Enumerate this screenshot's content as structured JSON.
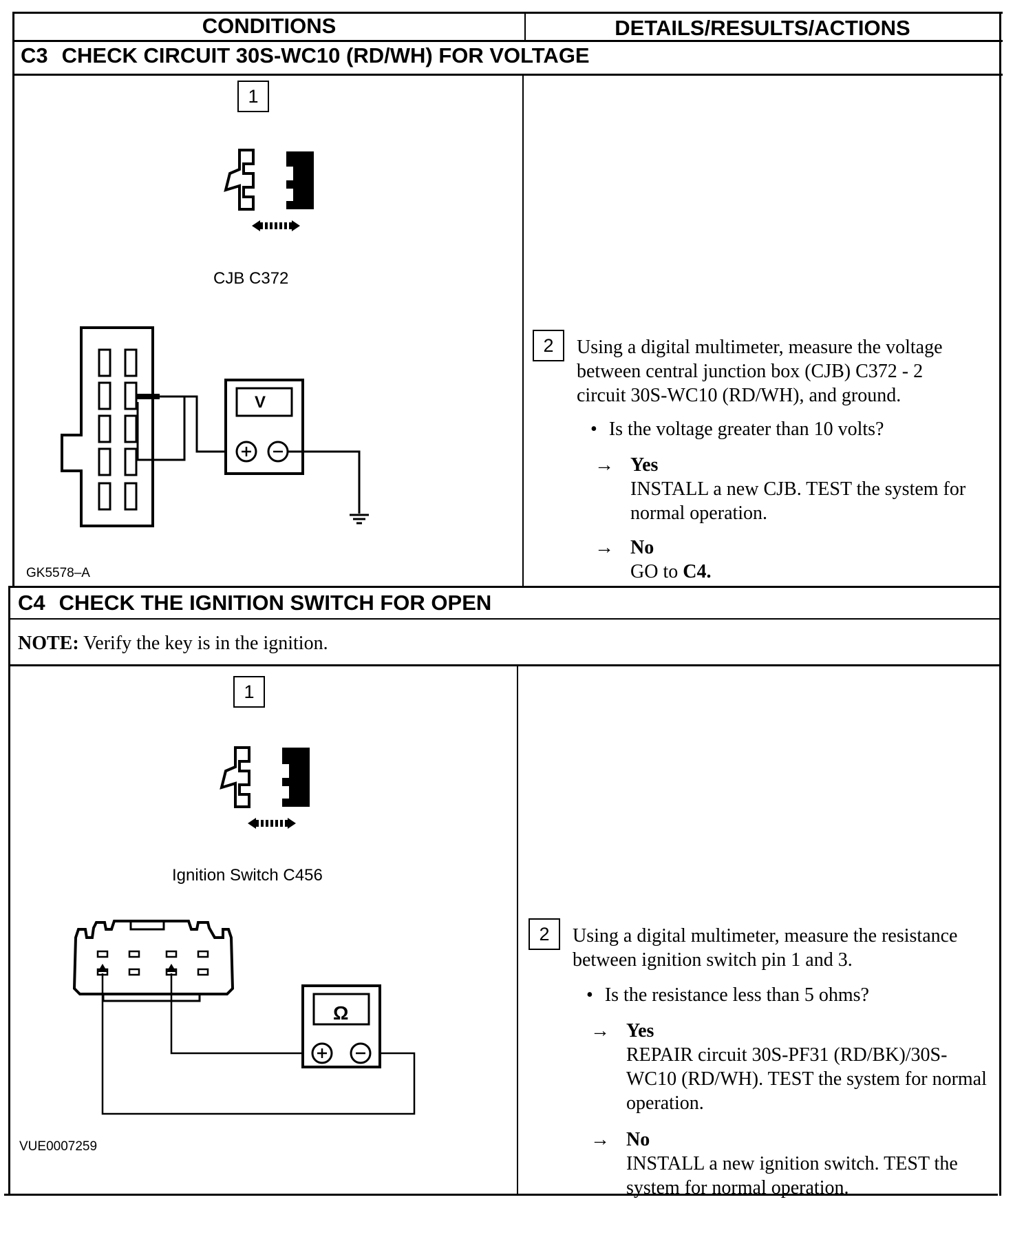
{
  "header": {
    "conditions": "CONDITIONS",
    "details": "DETAILS/RESULTS/ACTIONS"
  },
  "c3": {
    "id": "C3",
    "title": "CHECK CIRCUIT 30S-WC10 (RD/WH) FOR VOLTAGE",
    "step1_num": "1",
    "connector_label": "CJB C372",
    "meter_label": "V",
    "figure_id": "GK5578–A",
    "step2_num": "2",
    "instruction": "Using a digital multimeter, measure the voltage between central junction box (CJB) C372 - 2 circuit 30S-WC10 (RD/WH), and ground.",
    "question": "Is the voltage greater than 10 volts?",
    "yes_label": "Yes",
    "yes_action": "INSTALL a new CJB. TEST the system for normal operation.",
    "no_label": "No",
    "no_action_prefix": "GO to ",
    "no_action_target": "C4."
  },
  "c4": {
    "id": "C4",
    "title": "CHECK THE IGNITION SWITCH FOR OPEN",
    "note_label": "NOTE:",
    "note_text": " Verify the key is in the ignition.",
    "step1_num": "1",
    "connector_label": "Ignition Switch C456",
    "meter_label": "Ω",
    "figure_id": "VUE0007259",
    "step2_num": "2",
    "instruction": "Using a digital multimeter, measure the resistance between ignition switch pin 1 and 3.",
    "question": "Is the resistance less than 5 ohms?",
    "yes_label": "Yes",
    "yes_action": "REPAIR circuit 30S-PF31 (RD/BK)/30S-WC10 (RD/WH). TEST the system for normal operation.",
    "no_label": "No",
    "no_action": "INSTALL a new ignition switch. TEST the system for normal operation."
  },
  "symbols": {
    "arrow": "→",
    "bullet": "•",
    "plus": "+",
    "minus": "−"
  }
}
